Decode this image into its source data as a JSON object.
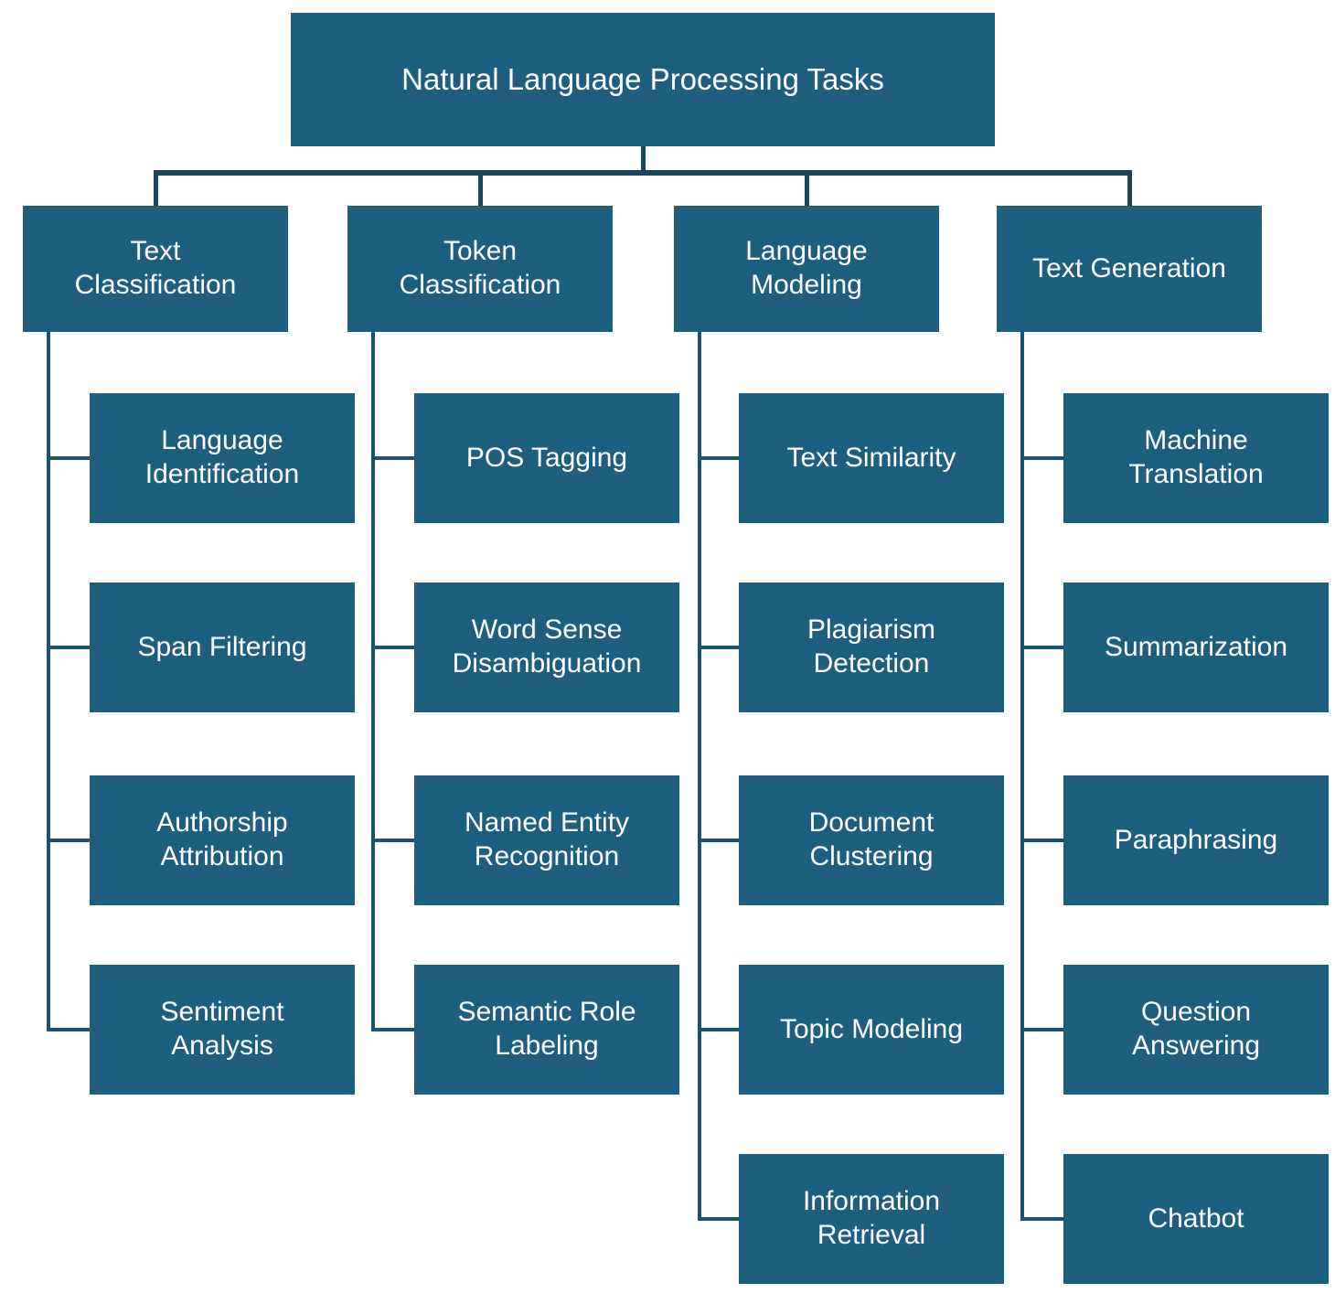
{
  "diagram": {
    "title": "Natural Language Processing Tasks",
    "colors": {
      "box_fill": "#1E5E7E",
      "connector_primary": "#16455C",
      "connector_secondary": "#1A5270",
      "text": "#FFFFFF",
      "background": "#FFFFFF"
    },
    "categories": [
      {
        "label": "Text Classification",
        "children": [
          "Language Identification",
          "Span Filtering",
          "Authorship Attribution",
          "Sentiment Analysis"
        ]
      },
      {
        "label": "Token Classification",
        "children": [
          "POS Tagging",
          "Word Sense Disambiguation",
          "Named Entity Recognition",
          "Semantic Role Labeling"
        ]
      },
      {
        "label": "Language Modeling",
        "children": [
          "Text Similarity",
          "Plagiarism Detection",
          "Document Clustering",
          "Topic Modeling",
          "Information Retrieval"
        ]
      },
      {
        "label": "Text Generation",
        "children": [
          "Machine Translation",
          "Summarization",
          "Paraphrasing",
          "Question Answering",
          "Chatbot"
        ]
      }
    ]
  }
}
